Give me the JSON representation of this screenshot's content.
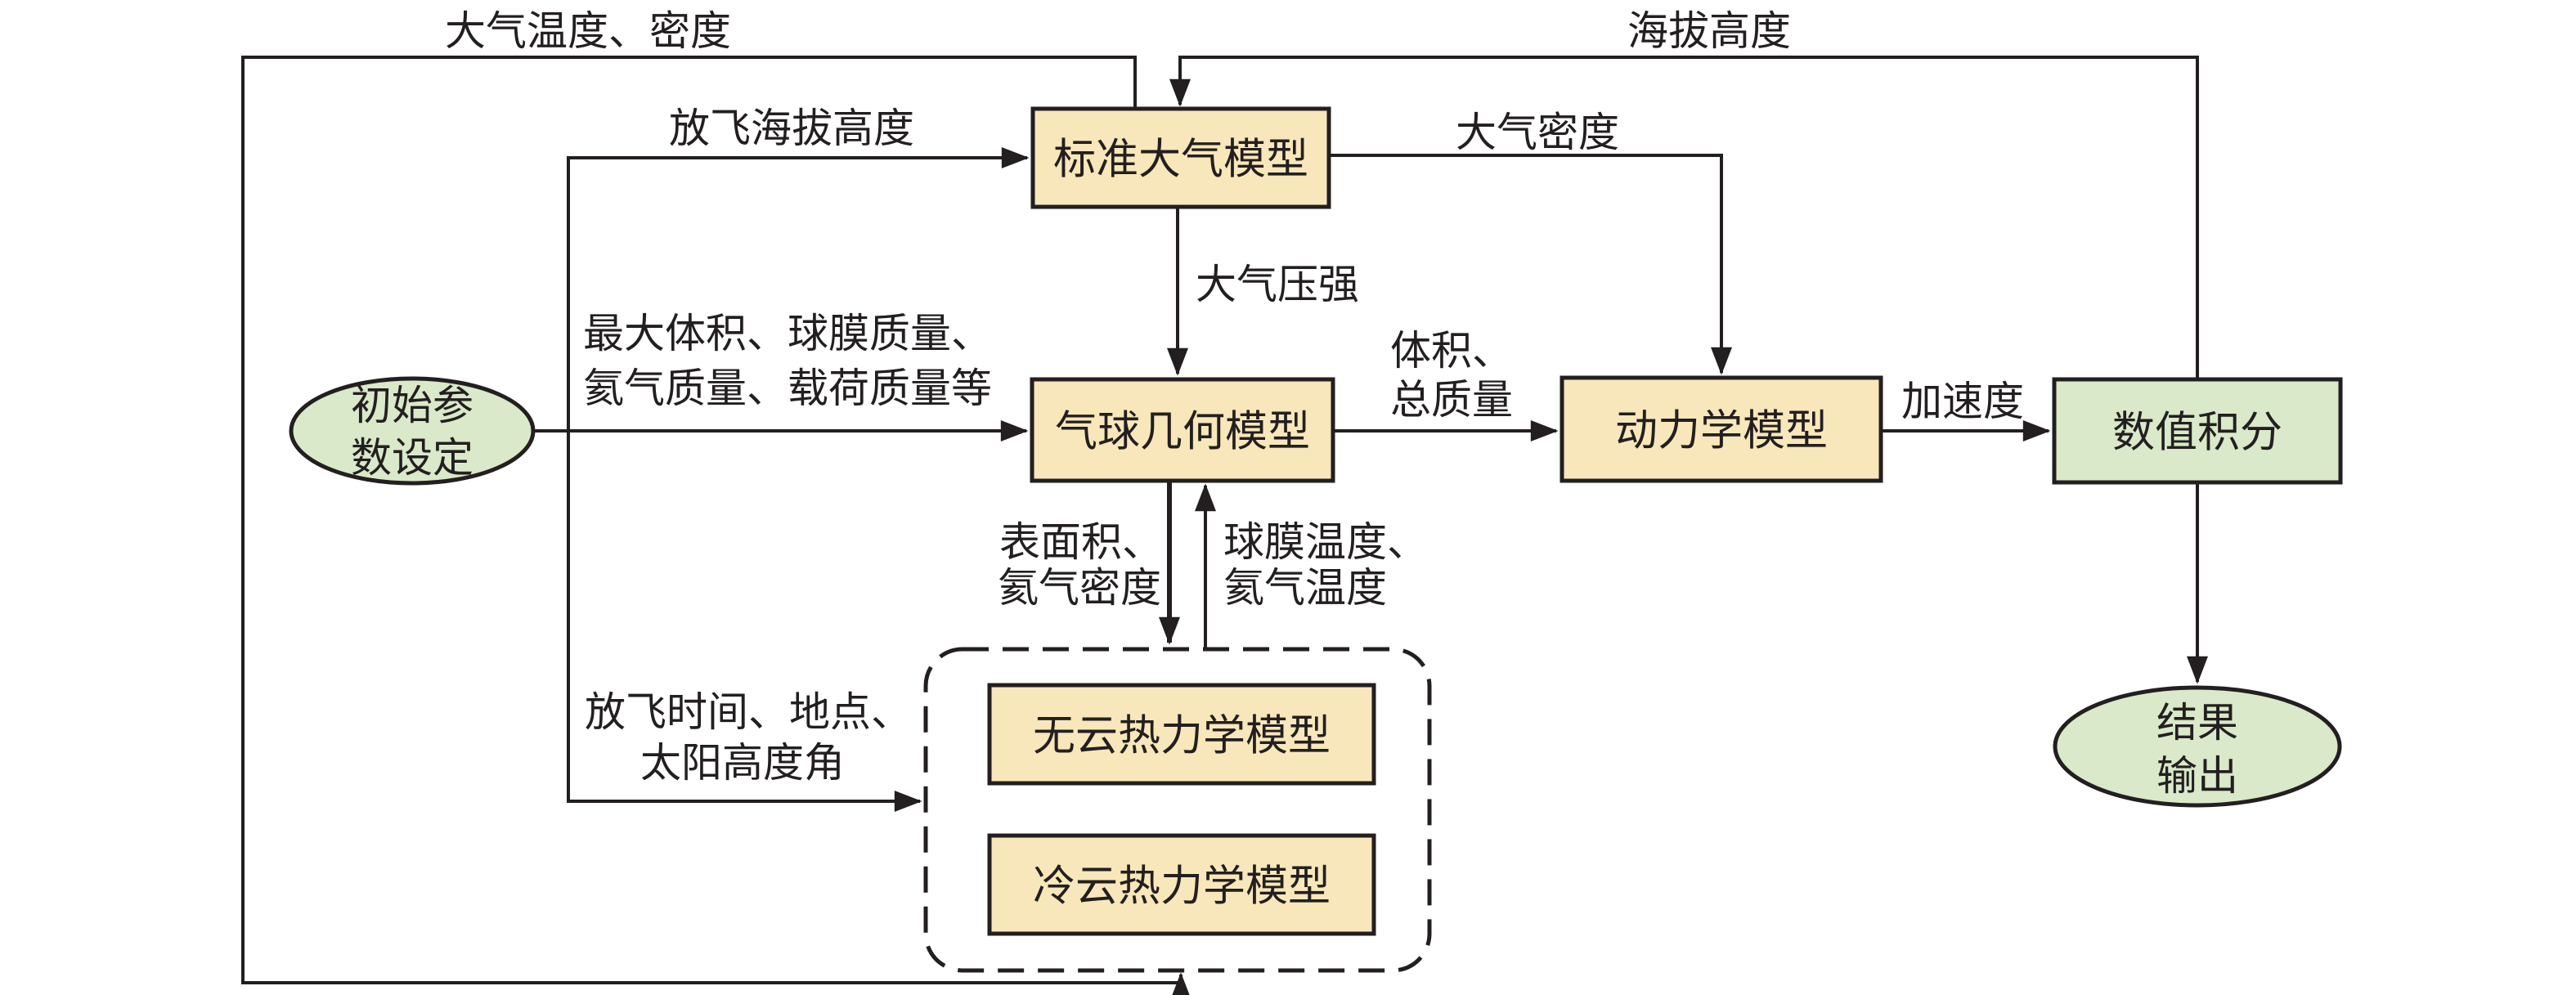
{
  "diagram": {
    "title_hint": "高空气球仿真模型流程图",
    "colors": {
      "background": "#ffffff",
      "node_yellow": "#f7e7ba",
      "node_green": "#d9e9c9",
      "line": "#231f20"
    },
    "nodes": {
      "initial_params": {
        "line1": "初始参",
        "line2": "数设定"
      },
      "std_atmosphere": {
        "label": "标准大气模型"
      },
      "balloon_geometry": {
        "label": "气球几何模型"
      },
      "dynamics": {
        "label": "动力学模型"
      },
      "numerical_integration": {
        "label": "数值积分"
      },
      "cloudless_thermo": {
        "label": "无云热力学模型"
      },
      "cold_cloud_thermo": {
        "label": "冷云热力学模型"
      },
      "result_output": {
        "line1": "结果",
        "line2": "输出"
      }
    },
    "edge_labels": {
      "atm_temp_density": "大气温度、密度",
      "altitude": "海拔高度",
      "launch_altitude": "放飞海拔高度",
      "init_params_line1": "最大体积、球膜质量、",
      "init_params_line2": "氦气质量、载荷质量等",
      "atm_pressure": "大气压强",
      "atm_density": "大气密度",
      "volume_line1": "体积、",
      "volume_line2": "总质量",
      "acceleration": "加速度",
      "surface_line1": "表面积、",
      "surface_line2": "氦气密度",
      "film_temp_line1": "球膜温度、",
      "film_temp_line2": "氦气温度",
      "launch_time_line1": "放飞时间、地点、",
      "launch_time_line2": "太阳高度角"
    }
  }
}
